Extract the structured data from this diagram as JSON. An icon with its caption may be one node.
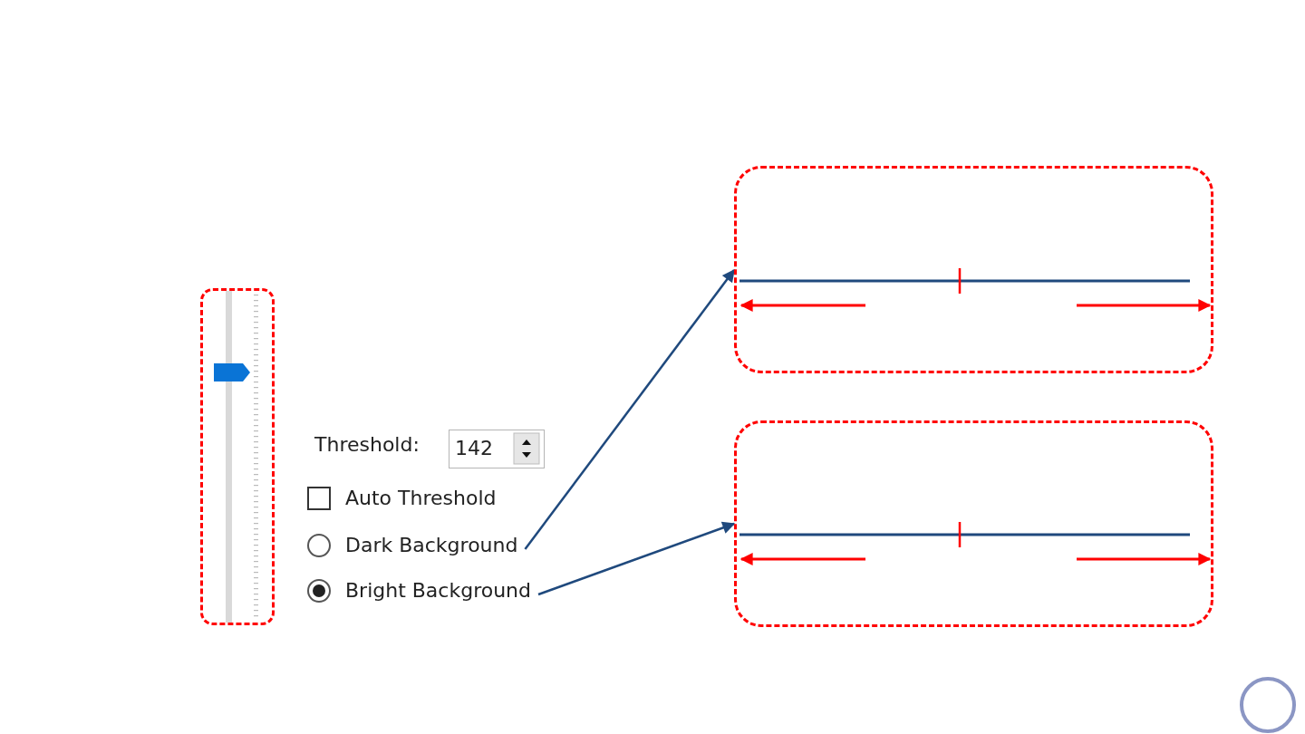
{
  "diagram": {
    "nodes": [
      {
        "text": [],
        "shape": "box"
      },
      {
        "text": [
          "Threshold:"
        ]
      },
      {
        "text": [
          "142"
        ]
      },
      {
        "text": [
          "Auto Threshold"
        ]
      },
      {
        "text": [
          "Dark Background"
        ]
      },
      {
        "text": [
          "Bright Background"
        ]
      },
      {
        "text": [],
        "shape": "box"
      },
      {
        "text": [],
        "shape": "box"
      }
    ],
    "edges": [
      {
        "from": 4,
        "to": 6,
        "arrow": "to"
      },
      {
        "from": 5,
        "to": 7,
        "arrow": "to"
      }
    ]
  }
}
